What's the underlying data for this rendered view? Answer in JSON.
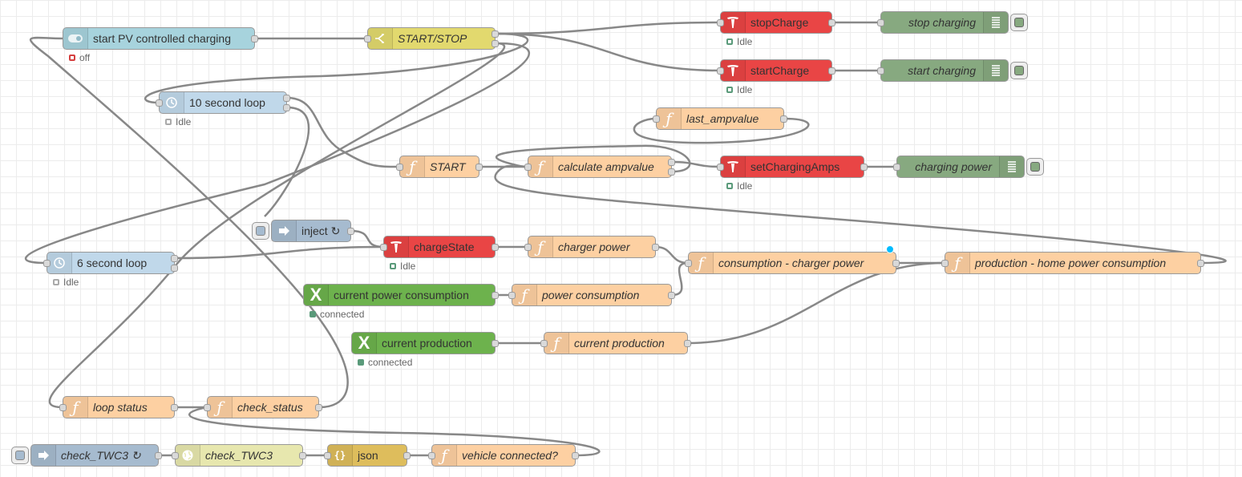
{
  "colors": {
    "function": "#fdd0a2",
    "switch": "#e2d96e",
    "inject": "#a6bbcf",
    "tesla": "#e94545",
    "debug": "#87a980",
    "looptimer": "#c0d8ea",
    "excel": "#6db24d",
    "http": "#e7e7ae",
    "json": "#debd5c",
    "toggle": "#a7d3dd",
    "wire": "#888888",
    "status_off": "#d53f3f",
    "status_idle": "#aaaaaa",
    "status_connected": "#5a9a7a"
  },
  "nodes": {
    "start_pv": {
      "label": "start PV controlled charging",
      "status": "off",
      "icon": "toggle-switch-icon"
    },
    "start_stop": {
      "label": "START/STOP",
      "icon": "switch-icon"
    },
    "stopCharge": {
      "label": "stopCharge",
      "status": "Idle",
      "icon": "tesla-logo-icon"
    },
    "startCharge": {
      "label": "startCharge",
      "status": "Idle",
      "icon": "tesla-logo-icon"
    },
    "stop_charging_dbg": {
      "label": "stop charging",
      "icon": "debug-list-icon"
    },
    "start_charging_dbg": {
      "label": "start charging",
      "icon": "debug-list-icon"
    },
    "loop10": {
      "label": "10 second loop",
      "status": "Idle",
      "icon": "timer-icon"
    },
    "last_ampvalue": {
      "label": "last_ampvalue",
      "icon": "function-icon"
    },
    "start_fn": {
      "label": "START",
      "icon": "function-icon"
    },
    "calc_amp": {
      "label": "calculate ampvalue",
      "icon": "function-icon"
    },
    "setChargingAmps": {
      "label": "setChargingAmps",
      "status": "Idle",
      "icon": "tesla-logo-icon"
    },
    "charging_power_dbg": {
      "label": "charging power",
      "icon": "debug-list-icon"
    },
    "inject": {
      "label": "inject ↻",
      "icon": "inject-arrow-icon"
    },
    "chargeState": {
      "label": "chargeState",
      "status": "Idle",
      "icon": "tesla-logo-icon"
    },
    "charger_power": {
      "label": "charger power",
      "icon": "function-icon"
    },
    "loop6": {
      "label": "6 second loop",
      "status": "Idle",
      "icon": "timer-icon"
    },
    "consumption_minus": {
      "label": "consumption - charger power",
      "icon": "function-icon"
    },
    "production_minus": {
      "label": "production - home power consumption",
      "icon": "function-icon"
    },
    "cur_power_cons": {
      "label": "current power consumption",
      "status": "connected",
      "icon": "excel-icon"
    },
    "power_consumption": {
      "label": "power consumption",
      "icon": "function-icon"
    },
    "cur_prod_x": {
      "label": "current production",
      "status": "connected",
      "icon": "excel-icon"
    },
    "cur_prod_fn": {
      "label": "current production",
      "icon": "function-icon"
    },
    "loop_status": {
      "label": "loop status",
      "icon": "function-icon"
    },
    "check_status": {
      "label": "check_status",
      "icon": "function-icon"
    },
    "check_twc3_inject": {
      "label": "check_TWC3 ↻",
      "icon": "inject-arrow-icon"
    },
    "check_twc3_http": {
      "label": "check_TWC3",
      "icon": "globe-icon"
    },
    "json": {
      "label": "json",
      "icon": "json-braces-icon"
    },
    "vehicle_connected": {
      "label": "vehicle connected?",
      "icon": "function-icon"
    }
  }
}
